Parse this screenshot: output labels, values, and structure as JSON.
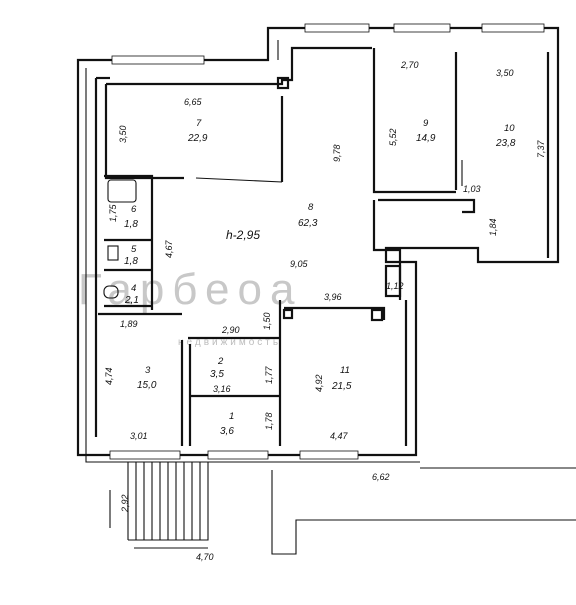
{
  "rooms": [
    {
      "num": "7",
      "area": "22,9"
    },
    {
      "num": "8",
      "area": "62,3"
    },
    {
      "num": "9",
      "area": "14,9"
    },
    {
      "num": "10",
      "area": "23,8"
    },
    {
      "num": "6",
      "area": "1,8"
    },
    {
      "num": "5",
      "area": "1,8"
    },
    {
      "num": "4",
      "area": "2,1"
    },
    {
      "num": "3",
      "area": "15,0"
    },
    {
      "num": "2",
      "area": "3,5"
    },
    {
      "num": "1",
      "area": "3,6"
    },
    {
      "num": "11",
      "area": "21,5"
    }
  ],
  "ceiling_height": "h-2,95",
  "dimensions": [
    "6,65",
    "3,50",
    "9,78",
    "2,70",
    "3,50",
    "5,52",
    "7,37",
    "1,03",
    "1,84",
    "1,75",
    "4,67",
    "9,05",
    "3,96",
    "1,12",
    "1,89",
    "2,90",
    "1,50",
    "4,74",
    "1,77",
    "3,16",
    "4,92",
    "1,78",
    "3,01",
    "4,47",
    "6,62",
    "2,92",
    "4,70"
  ],
  "watermark": {
    "title": "Гарбеоа",
    "subtitle": "недвижимость"
  }
}
